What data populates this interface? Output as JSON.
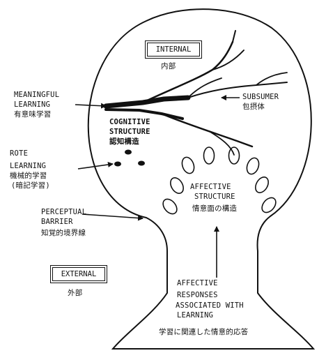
{
  "internal": {
    "label": "INTERNAL",
    "jp": "内部"
  },
  "external": {
    "label": "EXTERNAL",
    "jp": "外部"
  },
  "meaningful": {
    "line1": "MEANINGFUL",
    "line2": "LEARNING",
    "jp": "有意味学習"
  },
  "cognitive": {
    "line1": "COGNITIVE",
    "line2": "STRUCTURE",
    "jp": "認知構造"
  },
  "subsumer": {
    "line1": "SUBSUMER",
    "jp": "包摂体"
  },
  "rote": {
    "line1": "ROTE",
    "line2": "LEARNING",
    "jp1": "機械的学習",
    "jp2": "(暗記学習)"
  },
  "affective_structure": {
    "line1": "AFFECTIVE",
    "line2": "STRUCTURE",
    "jp": "情意面の構造"
  },
  "perceptual": {
    "line1": "PERCEPTUAL",
    "line2": "BARRIER",
    "jp": "知覚的境界線"
  },
  "affective_responses": {
    "line1": "AFFECTIVE",
    "line2": "RESPONSES",
    "line3": "ASSOCIATED WITH",
    "line4": "LEARNING",
    "jp": "学習に関連した情意的応答"
  }
}
